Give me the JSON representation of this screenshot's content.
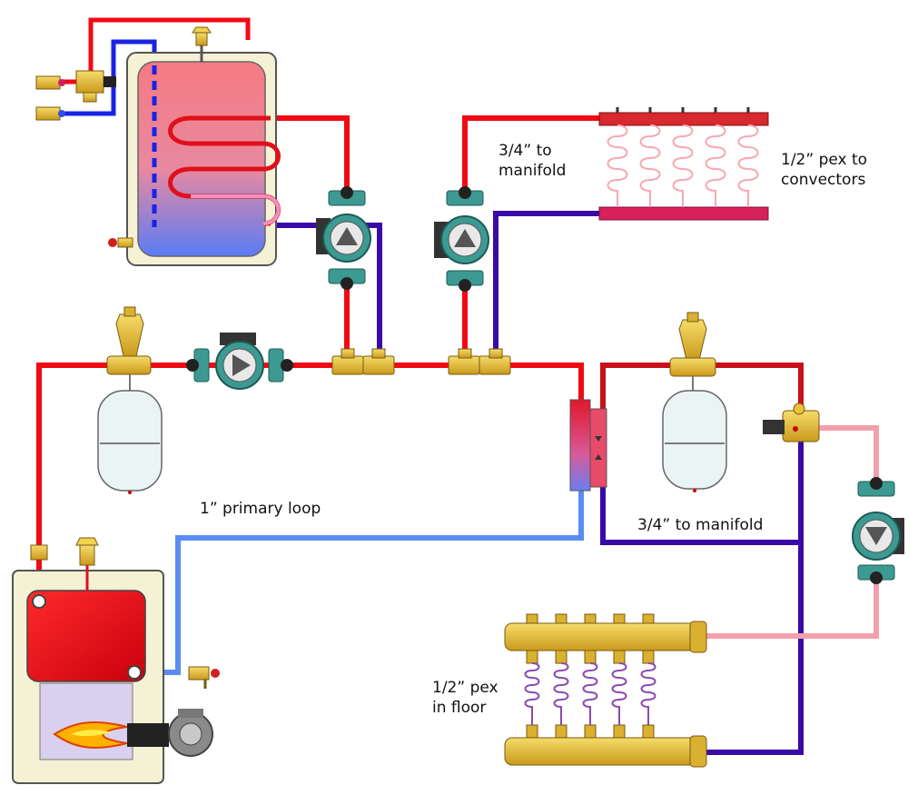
{
  "labels": {
    "manifold_top": "3/4” to\nmanifold",
    "convectors": "1/2” pex to\nconvectors",
    "primary_loop": "1” primary loop",
    "manifold_bottom": "3/4” to manifold",
    "pex_floor": "1/2” pex\nin floor"
  },
  "colors": {
    "supply_red": "#f00a14",
    "dark_red": "#c8101a",
    "return_purple": "#3a0aa8",
    "return_blue": "#5b8cf0",
    "pink": "#f2a0ac",
    "brass": "#e8c23c",
    "pump_teal": "#3c9a92",
    "tank_fill": "#f5f1d5",
    "expansion_tank": "#eaf4f4",
    "burner_purple": "#d8d0ee"
  },
  "icons": [
    "indirect-water-heater-icon",
    "circulator-pump-icon",
    "expansion-tank-icon",
    "air-separator-icon",
    "heat-exchanger-icon",
    "mixing-valve-icon",
    "boiler-icon",
    "burner-icon",
    "radiant-manifold-icon",
    "convector-icon"
  ]
}
